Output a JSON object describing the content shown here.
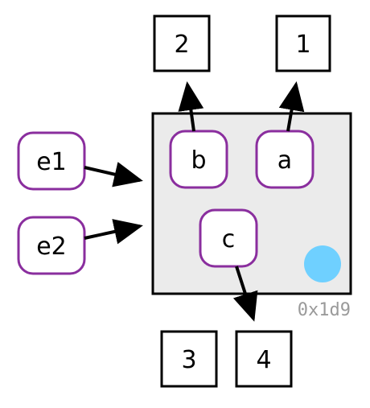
{
  "values": {
    "v1": "1",
    "v2": "2",
    "v3": "3",
    "v4": "4"
  },
  "bindings": {
    "b": "b",
    "a": "a",
    "c": "c"
  },
  "external": {
    "e1": "e1",
    "e2": "e2"
  },
  "environment": {
    "address": "0x1d9",
    "parent_marker_color": "#6fd0ff"
  },
  "colors": {
    "binding_border": "#8a2e9e",
    "env_fill": "#ebebeb"
  }
}
